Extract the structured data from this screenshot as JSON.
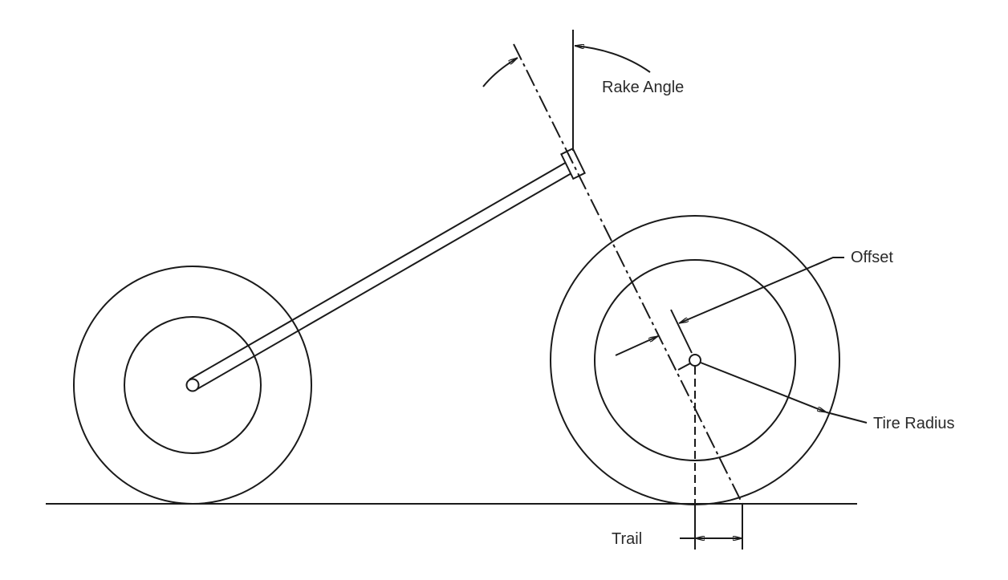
{
  "title": "Motorcycle steering geometry",
  "labels": {
    "rake_angle": "Rake Angle",
    "offset": "Offset",
    "tire_radius": "Tire Radius",
    "trail": "Trail"
  },
  "colors": {
    "line": "#1a1a1a",
    "text": "#2a2a2a",
    "background": "#ffffff"
  }
}
